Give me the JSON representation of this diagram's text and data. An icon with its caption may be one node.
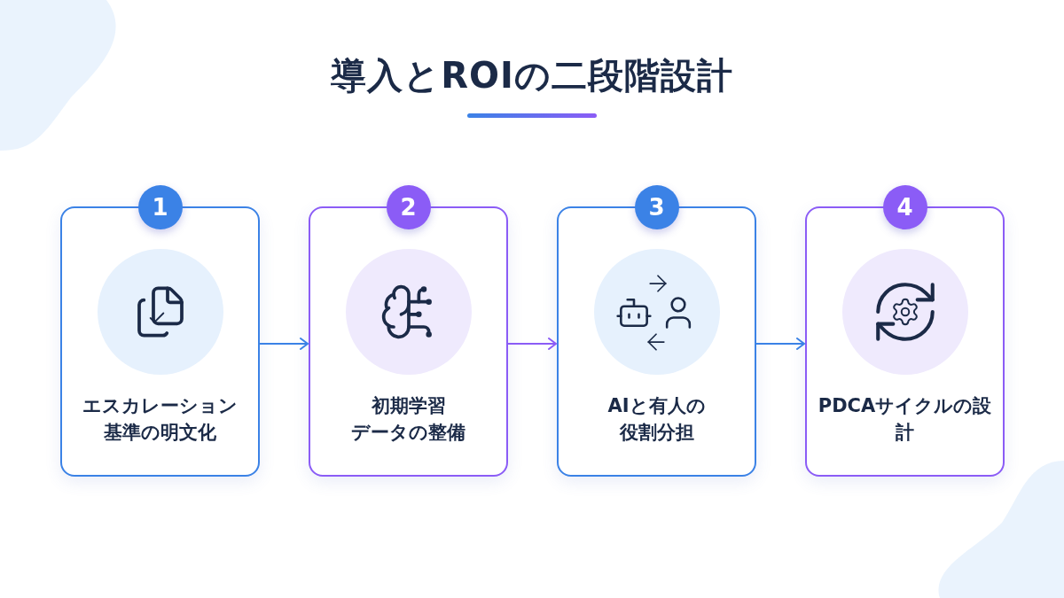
{
  "diagram": {
    "title": "導入とROIの二段階設計",
    "nodes": [
      {
        "text": [
          "1",
          "エスカレーション基準の明文化"
        ]
      },
      {
        "text": [
          "2",
          "初期学習データの整備"
        ]
      },
      {
        "text": [
          "3",
          "AIと有人の役割分担"
        ]
      },
      {
        "text": [
          "4",
          "PDCAサイクルの設計"
        ]
      }
    ],
    "edges": [
      {
        "from": 0,
        "to": 1,
        "arrow": "to"
      },
      {
        "from": 1,
        "to": 2,
        "arrow": "to",
        "color": "#8b5cf6"
      },
      {
        "from": 2,
        "to": 3,
        "arrow": "to"
      }
    ]
  }
}
